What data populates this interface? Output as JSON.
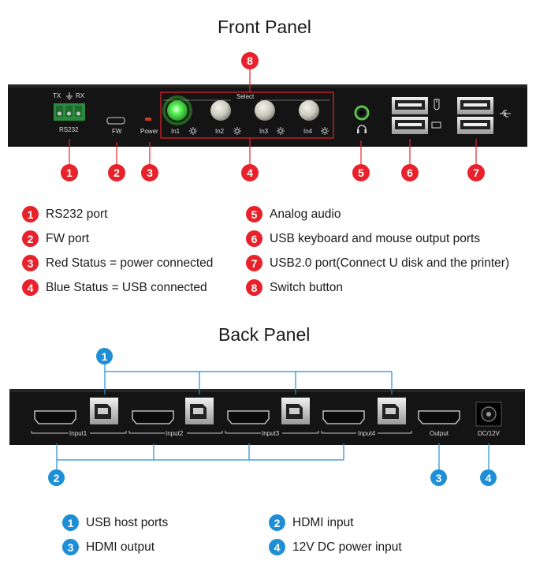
{
  "front": {
    "title": "Front Panel",
    "labels": {
      "tx": "TX",
      "rx": "RX",
      "rs232": "RS232",
      "fw": "FW",
      "power": "Power",
      "select": "Select",
      "in1": "In1",
      "in2": "In2",
      "in3": "In3",
      "in4": "In4"
    },
    "callouts": [
      "1",
      "2",
      "3",
      "4",
      "5",
      "6",
      "7",
      "8"
    ],
    "legend": [
      {
        "num": "1",
        "text": "RS232 port"
      },
      {
        "num": "2",
        "text": "FW port"
      },
      {
        "num": "3",
        "text": "Red Status = power connected"
      },
      {
        "num": "4",
        "text": "Blue Status = USB connected"
      },
      {
        "num": "5",
        "text": "Analog audio"
      },
      {
        "num": "6",
        "text": "USB keyboard and mouse output ports"
      },
      {
        "num": "7",
        "text": "USB2.0 port(Connect U disk and the printer)"
      },
      {
        "num": "8",
        "text": "Switch button"
      }
    ]
  },
  "back": {
    "title": "Back Panel",
    "labels": {
      "input1": "Input1",
      "input2": "Input2",
      "input3": "Input3",
      "input4": "Input4",
      "output": "Output",
      "dc": "DC/12V"
    },
    "callouts": [
      "1",
      "2",
      "3",
      "4"
    ],
    "legend": [
      {
        "num": "1",
        "text": "USB host ports"
      },
      {
        "num": "2",
        "text": "HDMI input"
      },
      {
        "num": "3",
        "text": "HDMI output"
      },
      {
        "num": "4",
        "text": "12V DC power input"
      }
    ]
  },
  "colors": {
    "front_accent": "#e8212a",
    "back_accent": "#1e8fd6",
    "panel": "#141414",
    "led_green": "#3ef03a"
  }
}
